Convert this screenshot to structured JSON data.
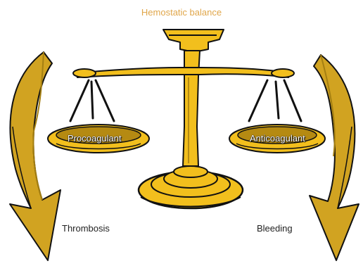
{
  "title": "Hemostatic balance",
  "left_pan_label": "Procoagulant",
  "right_pan_label": "Anticoagulant",
  "left_outcome": "Thrombosis",
  "right_outcome": "Bleeding",
  "colors": {
    "gold": "#F2BF1D",
    "dark_gold": "#B58A12",
    "outline": "#111111",
    "title_text": "#E0A64A",
    "arrow_fill": "#D1A321",
    "arrow_dark": "#A47F12"
  },
  "icons": [
    "balance-scale-icon",
    "curved-arrow-down-left-icon",
    "curved-arrow-down-right-icon"
  ]
}
